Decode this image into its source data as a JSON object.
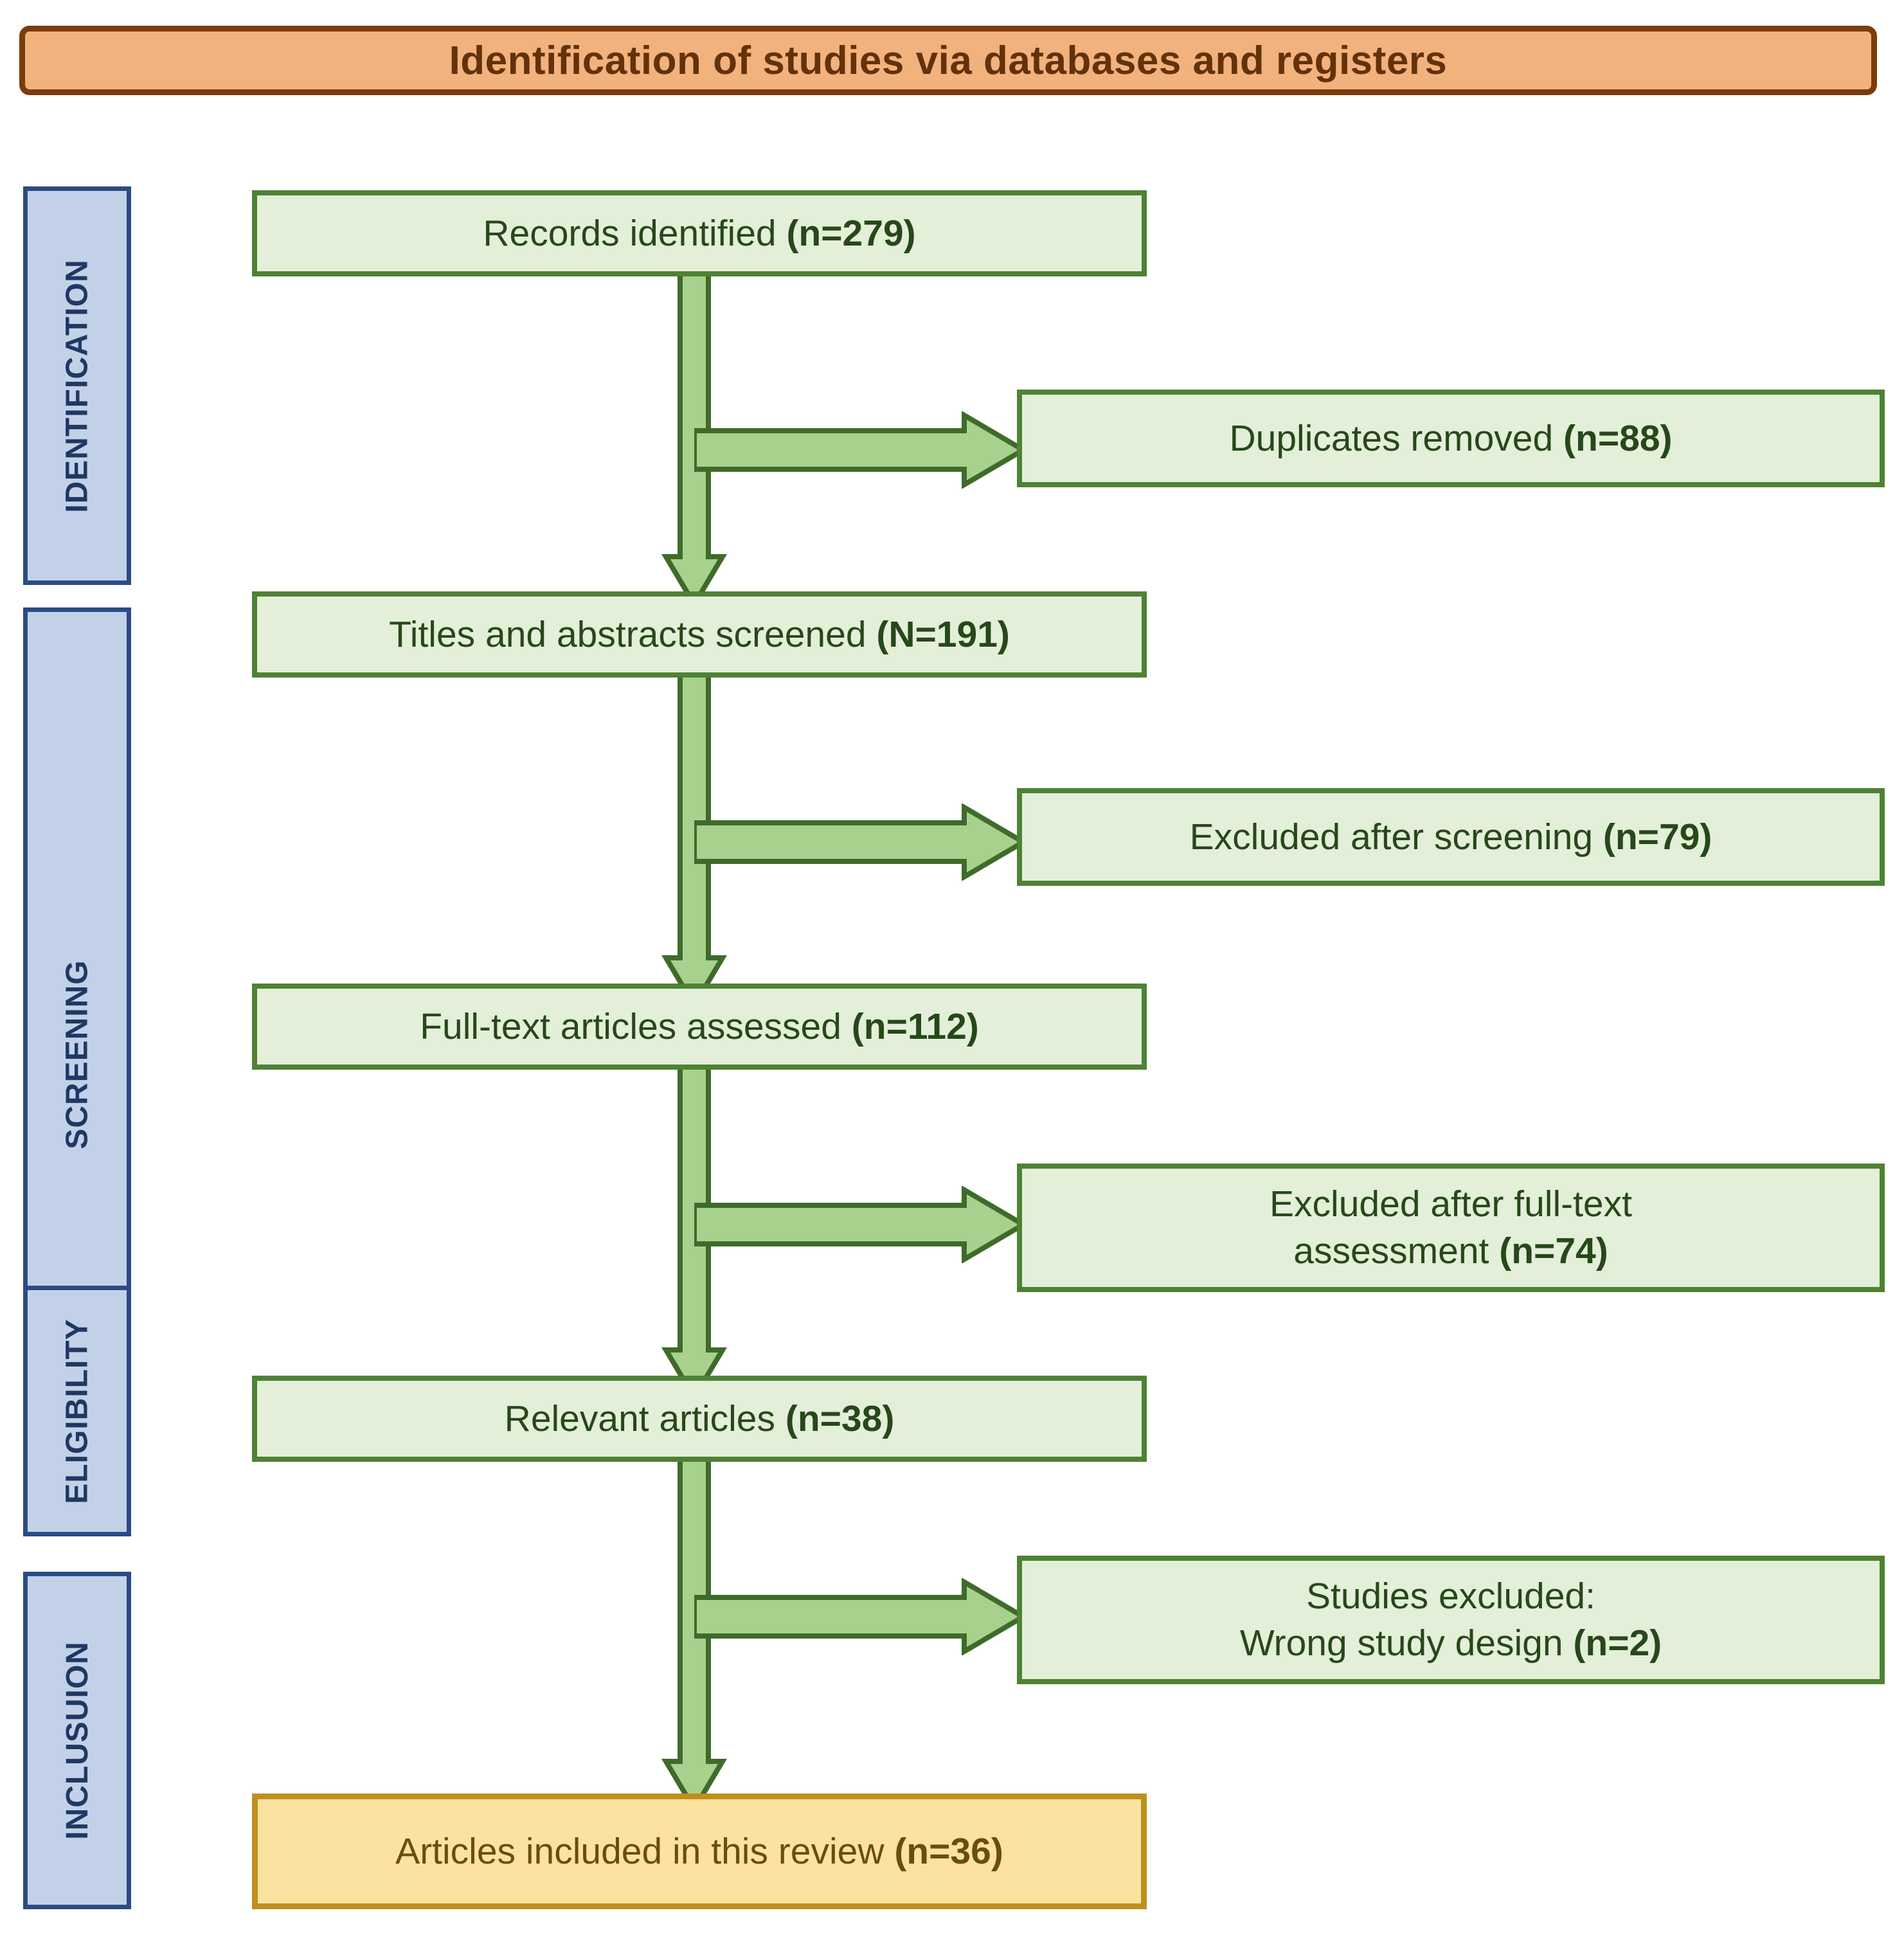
{
  "header": {
    "title": "Identification of studies via databases and registers"
  },
  "stages": [
    {
      "id": "identification",
      "label": "IDENTIFICATION"
    },
    {
      "id": "screening",
      "label": "SCREENING"
    },
    {
      "id": "eligibility",
      "label": "ELIGIBILITY"
    },
    {
      "id": "inclusion",
      "label": "INCLUSUION"
    }
  ],
  "boxes": {
    "records_identified": {
      "text_plain": "Records identified ",
      "count": "(n=279)"
    },
    "duplicates_removed": {
      "text_plain": "Duplicates removed ",
      "count": "(n=88)"
    },
    "titles_screened": {
      "text_plain": "Titles and abstracts screened ",
      "count": "(N=191)"
    },
    "excluded_screening": {
      "text_plain": "Excluded after screening ",
      "count": "(n=79)"
    },
    "fulltext_assessed": {
      "text_plain": "Full-text articles assessed ",
      "count": "(n=112)"
    },
    "excluded_fulltext": {
      "text_plain": "Excluded after full-text\nassessment ",
      "count": "(n=74)"
    },
    "relevant_articles": {
      "text_plain": "Relevant articles ",
      "count": "(n=38)"
    },
    "studies_excluded": {
      "text_plain": "Studies excluded:\nWrong study design ",
      "count": "(n=2)"
    },
    "articles_included": {
      "text_plain": "Articles included in this review ",
      "count": "(n=36)"
    }
  },
  "colors": {
    "header_fill": "#F2B27D",
    "header_border": "#7A3C0A",
    "header_text": "#63320A",
    "stage_fill": "#C3D1E8",
    "stage_border": "#2A4B85",
    "stage_text": "#1F3864",
    "box_green_fill": "#E3EFD9",
    "box_green_border": "#4E8234",
    "box_green_text": "#27481A",
    "box_yellow_fill": "#FBE2A0",
    "box_yellow_border": "#BF8F1E",
    "box_yellow_text": "#6B4C10",
    "arrow_fill": "#A9D18E",
    "arrow_border": "#4E8234"
  },
  "chart_data": {
    "type": "diagram",
    "title": "Identification of studies via databases and registers",
    "diagram_kind": "PRISMA flow diagram",
    "nodes": [
      {
        "id": "records_identified",
        "stage": "IDENTIFICATION",
        "label": "Records identified (n=279)",
        "n": 279,
        "column": "main"
      },
      {
        "id": "duplicates_removed",
        "stage": "IDENTIFICATION",
        "label": "Duplicates removed (n=88)",
        "n": 88,
        "column": "side"
      },
      {
        "id": "titles_screened",
        "stage": "SCREENING",
        "label": "Titles and abstracts screened (N=191)",
        "n": 191,
        "column": "main"
      },
      {
        "id": "excluded_screening",
        "stage": "SCREENING",
        "label": "Excluded after screening (n=79)",
        "n": 79,
        "column": "side"
      },
      {
        "id": "fulltext_assessed",
        "stage": "SCREENING",
        "label": "Full-text articles assessed (n=112)",
        "n": 112,
        "column": "main"
      },
      {
        "id": "excluded_fulltext",
        "stage": "ELIGIBILITY",
        "label": "Excluded after full-text assessment (n=74)",
        "n": 74,
        "column": "side"
      },
      {
        "id": "relevant_articles",
        "stage": "ELIGIBILITY",
        "label": "Relevant articles (n=38)",
        "n": 38,
        "column": "main"
      },
      {
        "id": "studies_excluded",
        "stage": "INCLUSUION",
        "label": "Studies excluded: Wrong study design (n=2)",
        "n": 2,
        "column": "side"
      },
      {
        "id": "articles_included",
        "stage": "INCLUSUION",
        "label": "Articles included in this review (n=36)",
        "n": 36,
        "column": "main"
      }
    ],
    "edges": [
      {
        "from": "records_identified",
        "to": "duplicates_removed",
        "direction": "right"
      },
      {
        "from": "records_identified",
        "to": "titles_screened",
        "direction": "down"
      },
      {
        "from": "titles_screened",
        "to": "excluded_screening",
        "direction": "right"
      },
      {
        "from": "titles_screened",
        "to": "fulltext_assessed",
        "direction": "down"
      },
      {
        "from": "fulltext_assessed",
        "to": "excluded_fulltext",
        "direction": "right"
      },
      {
        "from": "fulltext_assessed",
        "to": "relevant_articles",
        "direction": "down"
      },
      {
        "from": "relevant_articles",
        "to": "studies_excluded",
        "direction": "right"
      },
      {
        "from": "relevant_articles",
        "to": "articles_included",
        "direction": "down"
      }
    ]
  }
}
